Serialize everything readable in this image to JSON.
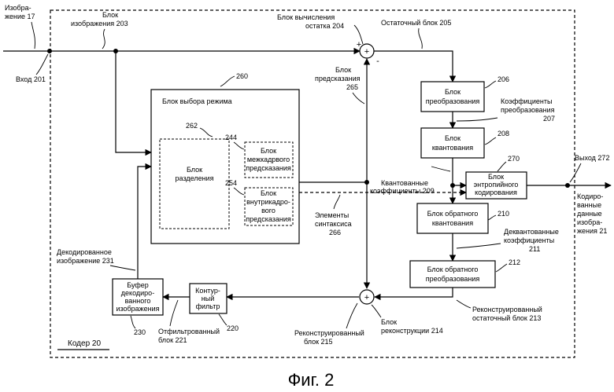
{
  "figure": {
    "caption": "Фиг. 2",
    "encoder_label": "Кодер 20"
  },
  "blocks": {
    "mode_select": {
      "line1": "Блок выбора режима",
      "ref": "260"
    },
    "partition": {
      "line1": "Блок",
      "line2": "разделения",
      "ref": "262"
    },
    "inter": {
      "line1": "Блок",
      "line2": "межкадрвого",
      "line3": "предсказания",
      "ref": "244"
    },
    "intra": {
      "line1": "Блок",
      "line2": "внутрикадро-",
      "line3": "вого",
      "line4": "предсказания",
      "ref": "254"
    },
    "transform": {
      "line1": "Блок",
      "line2": "преобразования",
      "ref": "206"
    },
    "quant": {
      "line1": "Блок",
      "line2": "квантования",
      "ref": "208"
    },
    "entropy": {
      "line1": "Блок",
      "line2": "энтропийного",
      "line3": "кодирования",
      "ref": "270"
    },
    "dequant": {
      "line1": "Блок обратного",
      "line2": "квантования",
      "ref": "210"
    },
    "inv_transform": {
      "line1": "Блок обратного",
      "line2": "преобразования",
      "ref": "212"
    },
    "loop_filter": {
      "line1": "Контур-",
      "line2": "ный",
      "line3": "фильтр",
      "ref": "220"
    },
    "dpb": {
      "line1": "Буфер",
      "line2": "декодиро-",
      "line3": "ванного",
      "line4": "изображения",
      "ref": "230"
    }
  },
  "labels": {
    "image_17": {
      "line1": "Изобра-",
      "line2": "жение 17"
    },
    "input_201": "Вход 201",
    "image_block_203": {
      "line1": "Блок",
      "line2": "изображения 203"
    },
    "residual_calc_204": {
      "line1": "Блок вычисления",
      "line2": "остатка 204"
    },
    "residual_block_205": "Остаточный блок 205",
    "prediction_block_265": {
      "line1": "Блок",
      "line2": "предсказания",
      "line3": "265"
    },
    "transform_coeffs_207": {
      "line1": "Коэффициенты",
      "line2": "преобразования",
      "line3": "207"
    },
    "output_272": "Выход 272",
    "coded_data_21": {
      "line1": "Кодиро-",
      "line2": "ванные",
      "line3": "данные",
      "line4": "изобра-",
      "line5": "жения 21"
    },
    "quant_coeffs_209": {
      "line1": "Квантованные",
      "line2": "коэффициенты 209"
    },
    "syntax_elements_266": {
      "line1": "Элементы",
      "line2": "синтаксиса",
      "line3": "266"
    },
    "dequant_coeffs_211": {
      "line1": "Деквантованные",
      "line2": "коэффициенты",
      "line3": "211"
    },
    "recon_residual_213": {
      "line1": "Реконструированный",
      "line2": "остаточный блок 213"
    },
    "decoded_image_231": {
      "line1": "Декодированное",
      "line2": "изображение 231"
    },
    "filtered_block_221": {
      "line1": "Отфильтрованный",
      "line2": "блок 221"
    },
    "recon_block_215": {
      "line1": "Реконструированный",
      "line2": "блок 215"
    },
    "recon_unit_214": {
      "line1": "Блок",
      "line2": "реконструкции 214"
    }
  },
  "symbols": {
    "plus": "+",
    "minus": "-"
  }
}
